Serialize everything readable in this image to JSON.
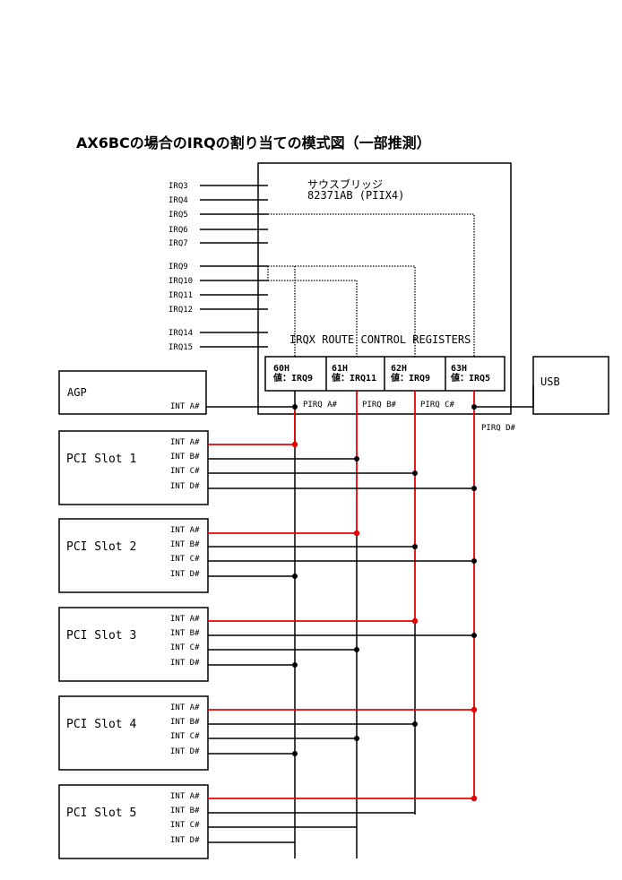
{
  "title": "AX6BCの場合のIRQの割り当ての模式図（一部推測）",
  "southbridge": {
    "name": "サウスブリッジ",
    "chip": "82371AB (PIIX4)",
    "router_label": "IRQX ROUTE CONTROL REGISTERS",
    "irq_lines": [
      "IRQ3",
      "IRQ4",
      "IRQ5",
      "IRQ6",
      "IRQ7",
      "IRQ9",
      "IRQ10",
      "IRQ11",
      "IRQ12",
      "IRQ14",
      "IRQ15"
    ],
    "registers": [
      {
        "addr": "60H",
        "value": "値：IRQ9",
        "pirq": "PIRQ A#"
      },
      {
        "addr": "61H",
        "value": "値：IRQ11",
        "pirq": "PIRQ B#"
      },
      {
        "addr": "62H",
        "value": "値：IRQ9",
        "pirq": "PIRQ C#"
      },
      {
        "addr": "63H",
        "value": "値：IRQ5",
        "pirq": "PIRQ D#"
      }
    ]
  },
  "agp": {
    "name": "AGP",
    "pin": "INT A#"
  },
  "usb": {
    "name": "USB"
  },
  "slots": [
    {
      "name": "PCI Slot 1",
      "pins": [
        "INT A#",
        "INT B#",
        "INT C#",
        "INT D#"
      ]
    },
    {
      "name": "PCI Slot 2",
      "pins": [
        "INT A#",
        "INT B#",
        "INT C#",
        "INT D#"
      ]
    },
    {
      "name": "PCI Slot 3",
      "pins": [
        "INT A#",
        "INT B#",
        "INT C#",
        "INT D#"
      ]
    },
    {
      "name": "PCI Slot 4",
      "pins": [
        "INT A#",
        "INT B#",
        "INT C#",
        "INT D#"
      ]
    },
    {
      "name": "PCI Slot 5",
      "pins": [
        "INT A#",
        "INT B#",
        "INT C#",
        "INT D#"
      ]
    }
  ],
  "colors": {
    "line": "#000000",
    "intA": "#e60000",
    "box": "#000000"
  }
}
